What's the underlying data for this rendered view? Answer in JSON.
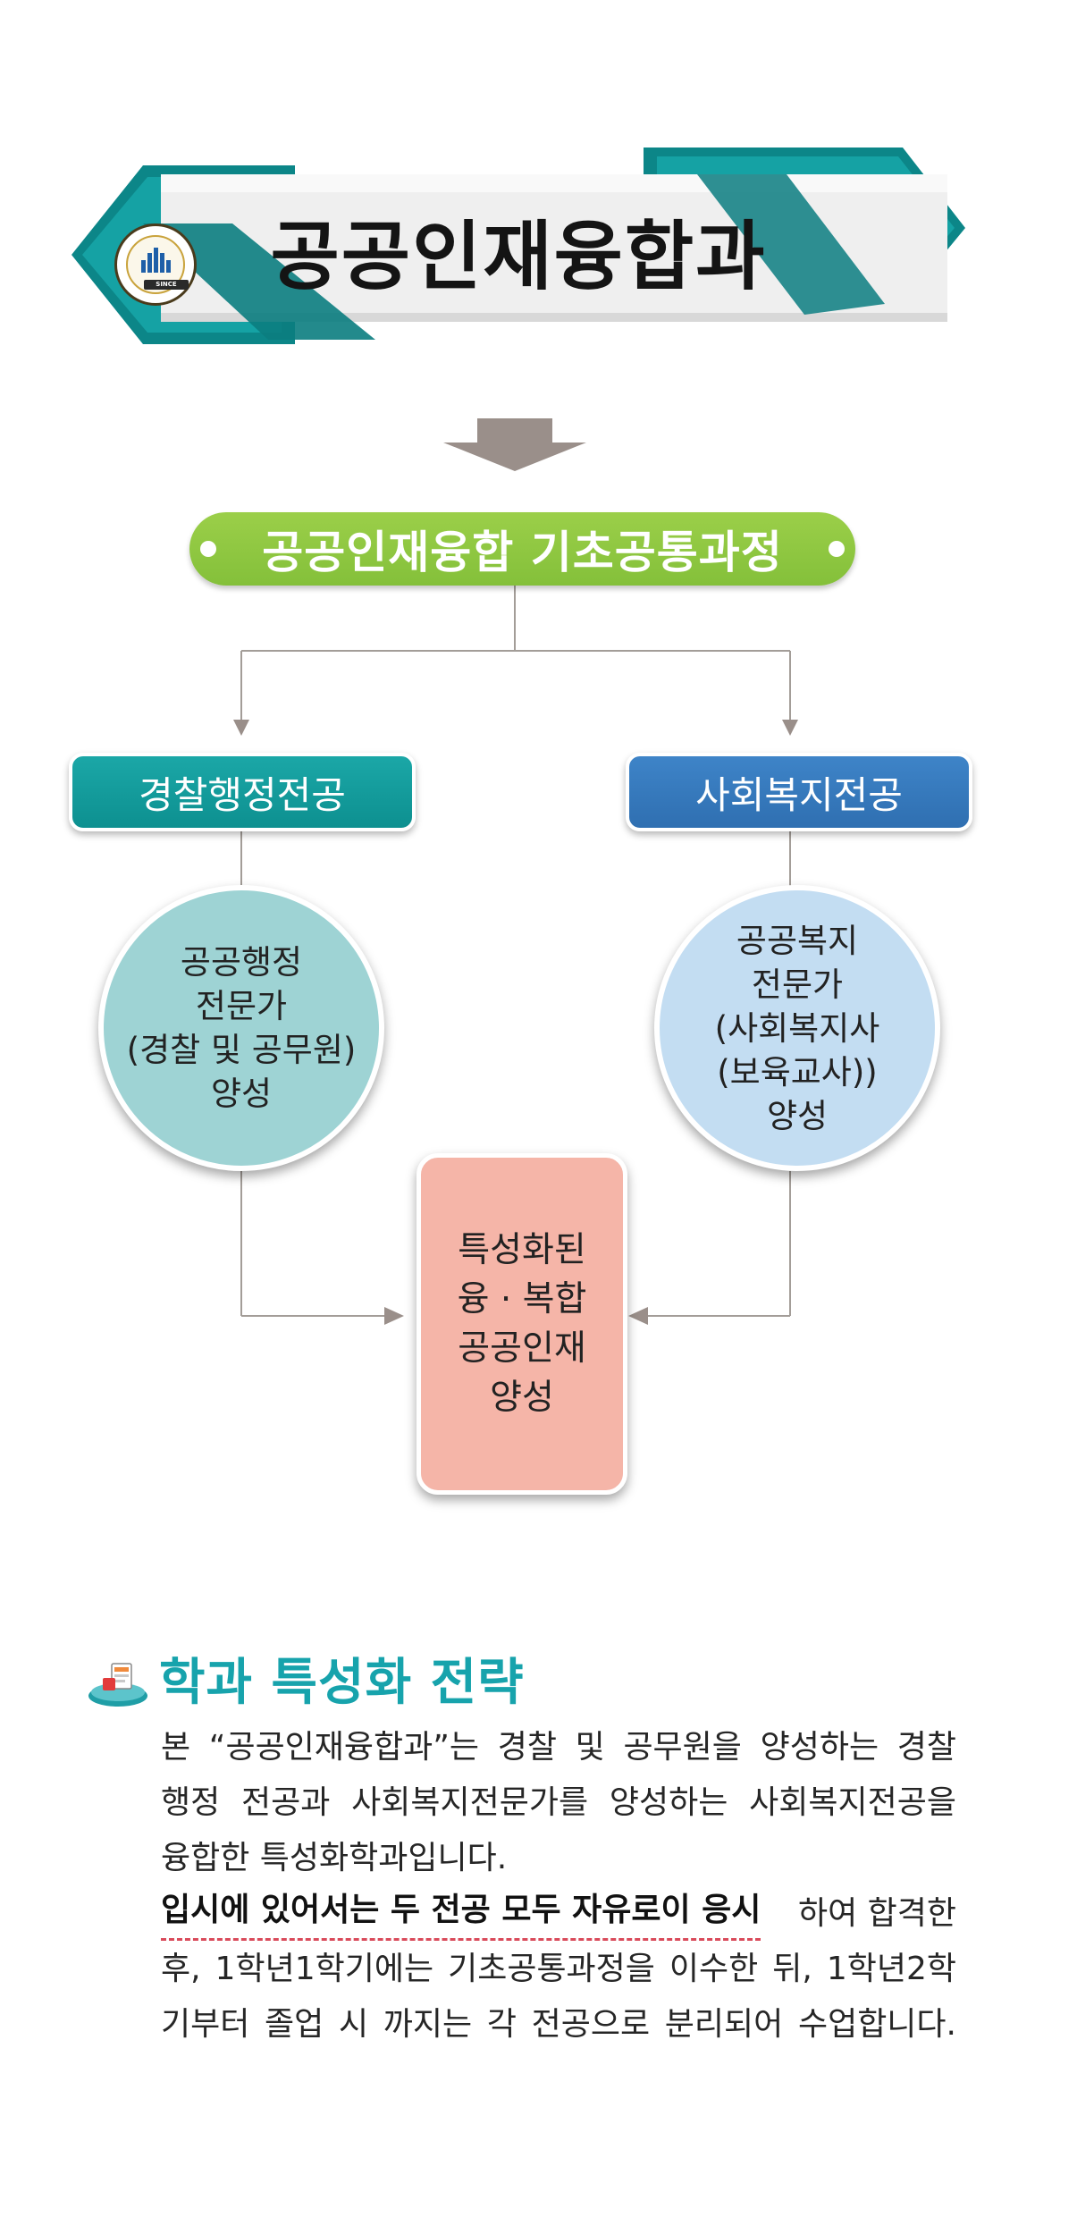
{
  "banner": {
    "title": "공공인재융합과",
    "colors": {
      "ribbon_teal": "#139c9e",
      "ribbon_dark": "#0b7d80",
      "band": "#efefef"
    }
  },
  "flow": {
    "common_course": "공공인재융합 기초공통과정",
    "majors": {
      "police": "경찰행정전공",
      "social": "사회복지전공"
    },
    "outcomes": {
      "police": "공공행정\n전문가\n(경찰 및 공무원)\n양성",
      "social": "공공복지\n전문가\n(사회복지사\n(보육교사))\n양성"
    },
    "final": "특성화된\n융 · 복합\n공공인재\n양성",
    "colors": {
      "common": "#8dc63f",
      "police": "#129b9b",
      "social": "#3579bd",
      "police_circle": "#9ed3d4",
      "social_circle": "#c3ddf2",
      "final_box": "#f5b5a8",
      "arrow": "#9a8f8a"
    }
  },
  "strategy": {
    "title": "학과 특성화 전략",
    "lines": {
      "l1": "본 “공공인재융합과”는 경찰 및 공무원을 양성하는 경찰",
      "l2": "행정 전공과 사회복지전문가를 양성하는 사회복지전공을",
      "l3": "융합한 특성화학과입니다.",
      "l4_highlight": "입시에 있어서는 두 전공 모두 자유로이 응시",
      "l4_rest": "하여 합격한",
      "l5": "후, 1학년1학기에는 기초공통과정을 이수한 뒤, 1학년2학",
      "l6": "기부터 졸업 시 까지는 각 전공으로 분리되어 수업합니다."
    },
    "colors": {
      "title": "#17a3ac",
      "highlight_underline": "#d94a5a"
    }
  }
}
